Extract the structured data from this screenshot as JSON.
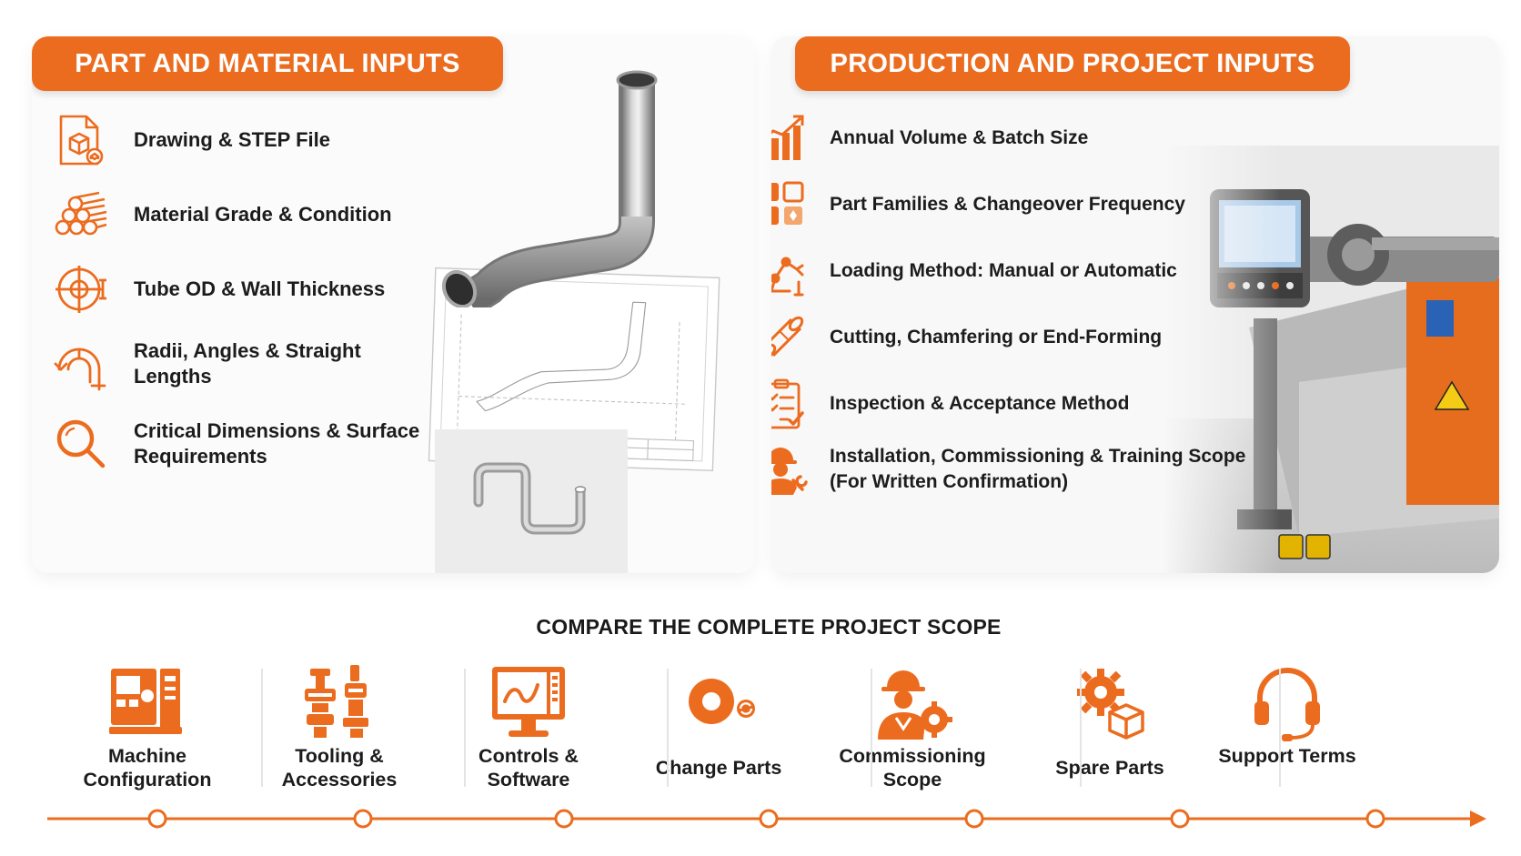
{
  "colors": {
    "accent": "#ec6c1f",
    "text": "#1c1c1c"
  },
  "left": {
    "banner": "PART AND MATERIAL INPUTS",
    "items": [
      {
        "icon": "step-file-icon",
        "label": "Drawing & STEP File"
      },
      {
        "icon": "material-bars-icon",
        "label": "Material Grade & Condition"
      },
      {
        "icon": "tube-crosshair-icon",
        "label": "Tube OD & Wall Thickness"
      },
      {
        "icon": "bend-radius-icon",
        "label": "Radii, Angles & Straight Lengths"
      },
      {
        "icon": "magnifier-icon",
        "label": "Critical Dimensions & Surface Requirements"
      }
    ]
  },
  "right": {
    "banner": "PRODUCTION AND PROJECT INPUTS",
    "items": [
      {
        "icon": "bar-chart-icon",
        "label": "Annual Volume & Batch Size"
      },
      {
        "icon": "part-families-icon",
        "label": "Part Families & Changeover Frequency"
      },
      {
        "icon": "robot-arm-icon",
        "label": "Loading Method: Manual or Automatic"
      },
      {
        "icon": "tube-cut-icon",
        "label": "Cutting, Chamfering or End-Forming"
      },
      {
        "icon": "checklist-icon",
        "label": "Inspection & Acceptance Method"
      },
      {
        "icon": "engineer-icon",
        "label": "Installation, Commissioning & Training Scope (For Written Confirmation)"
      }
    ]
  },
  "scope": {
    "title": "COMPARE THE COMPLETE PROJECT SCOPE",
    "items": [
      {
        "icon": "machine-icon",
        "label": "Machine Configuration"
      },
      {
        "icon": "tooling-icon",
        "label": "Tooling & Accessories"
      },
      {
        "icon": "monitor-icon",
        "label": "Controls & Software"
      },
      {
        "icon": "change-parts-icon",
        "label": "Change Parts"
      },
      {
        "icon": "worker-gear-icon",
        "label": "Commissioning Scope"
      },
      {
        "icon": "gear-box-icon",
        "label": "Spare Parts"
      },
      {
        "icon": "headset-icon",
        "label": "Support Terms"
      }
    ]
  }
}
